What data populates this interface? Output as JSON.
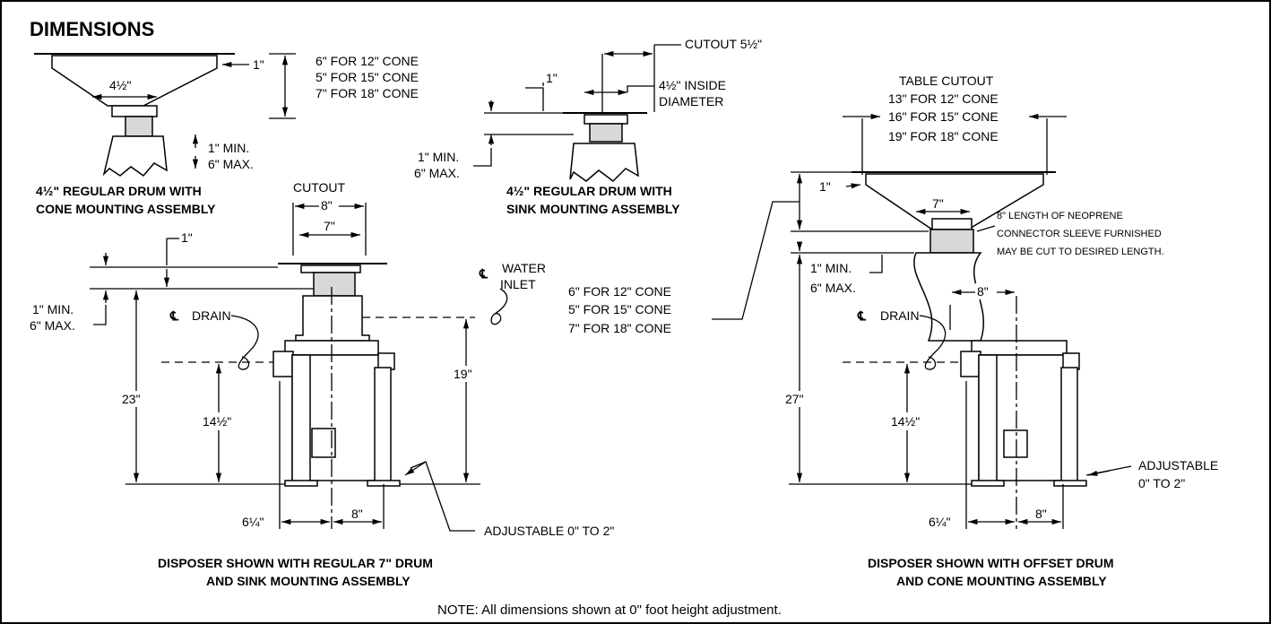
{
  "title": "DIMENSIONS",
  "views": {
    "cone_small": {
      "dim_top_width": "4½\"",
      "dim_offset": "1\"",
      "cone_height": [
        "6\" FOR 12\" CONE",
        "5\" FOR 15\" CONE",
        "7\" FOR 18\" CONE"
      ],
      "gap_min": "1\" MIN.",
      "gap_max": "6\" MAX.",
      "caption": [
        "4½\" REGULAR DRUM WITH",
        "CONE MOUNTING ASSEMBLY"
      ]
    },
    "sink_small": {
      "cutout": "CUTOUT 5½\"",
      "offset": "1\"",
      "inside_dia": [
        "4½\" INSIDE",
        "DIAMETER"
      ],
      "gap_min": "1\" MIN.",
      "gap_max": "6\" MAX.",
      "caption": [
        "4½\" REGULAR DRUM WITH",
        "SINK MOUNTING ASSEMBLY"
      ]
    },
    "regular_drum": {
      "cutout_label": "CUTOUT",
      "cutout_width": "8\"",
      "drum_width": "7\"",
      "offset": "1\"",
      "gap_min": "1\" MIN.",
      "gap_max": "6\" MAX.",
      "water_inlet": [
        "WATER",
        "INLET"
      ],
      "drain": "DRAIN",
      "height_total": "23\"",
      "height_drain": "14½\"",
      "height_inlet": "19\"",
      "width_left": "6¼\"",
      "width_right": "8\"",
      "adjustable": "ADJUSTABLE 0\" TO  2\"",
      "caption": [
        "DISPOSER SHOWN WITH REGULAR 7\" DRUM",
        "AND SINK MOUNTING ASSEMBLY"
      ]
    },
    "offset_drum": {
      "table_cutout": [
        "TABLE CUTOUT",
        "13\" FOR 12\" CONE",
        "16\" FOR 15\" CONE",
        "19\" FOR 18\" CONE"
      ],
      "offset": "1\"",
      "drum_width": "7\"",
      "sleeve_note": [
        "8\" LENGTH OF NEOPRENE",
        "CONNECTOR SLEEVE FURNISHED",
        "MAY BE CUT TO DESIRED LENGTH."
      ],
      "gap_min": "1\" MIN.",
      "gap_max": "6\" MAX.",
      "offset_width": "8\"",
      "cone_height": [
        "6\" FOR 12\" CONE",
        "5\" FOR 15\" CONE",
        "7\" FOR 18\" CONE"
      ],
      "drain": "DRAIN",
      "height_total": "27\"",
      "height_drain": "14½\"",
      "adjustable": [
        "ADJUSTABLE",
        "0\" TO  2\""
      ],
      "width_left": "6¼\"",
      "width_right": "8\"",
      "caption": [
        "DISPOSER SHOWN WITH OFFSET DRUM",
        "AND  CONE MOUNTING ASSEMBLY"
      ]
    }
  },
  "note": "NOTE: All dimensions shown at 0\" foot height adjustment.",
  "centerline_symbol": "℄"
}
